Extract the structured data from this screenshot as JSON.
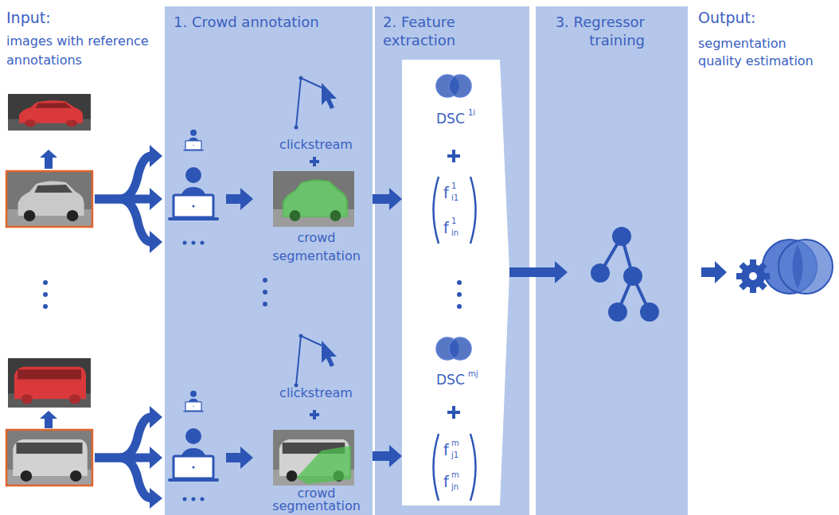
{
  "diagram": {
    "nodes": [
      {
        "text": [
          "1. Crowd annotation"
        ]
      },
      {
        "text": [
          "2. Feature extraction"
        ]
      },
      {
        "text": [
          "DSC",
          "1i",
          "f",
          "1",
          "i1",
          "f",
          "1",
          "in",
          "DSC",
          "mj",
          "f",
          "m",
          "j1",
          "f",
          "m",
          "jn"
        ],
        "in": 1
      },
      {
        "text": [
          "3. Regressor training"
        ]
      }
    ],
    "edges": [
      {
        "from": 0,
        "to": 2,
        "arrow": "to"
      },
      {
        "from": 0,
        "to": 2,
        "arrow": "to"
      },
      {
        "from": 2,
        "to": 3,
        "arrow": "to"
      }
    ],
    "labels": [
      "Input:",
      "images with reference annotations",
      "clickstream",
      "crowd segmentation",
      "clickstream",
      "crowd segmentation",
      "Output:",
      "segmentation quality estimation"
    ]
  }
}
